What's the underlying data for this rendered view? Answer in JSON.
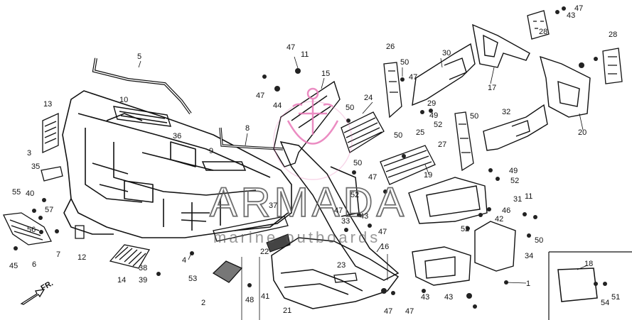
{
  "watermark": {
    "brand": "ARMADA",
    "tagline": "marine outboards",
    "color": "#e879b8",
    "text_color": "#555555"
  },
  "direction_label": "FR.",
  "part_labels": [
    "1",
    "2",
    "3",
    "4",
    "5",
    "6",
    "7",
    "8",
    "9",
    "10",
    "11",
    "11",
    "12",
    "13",
    "14",
    "15",
    "16",
    "17",
    "18",
    "19",
    "20",
    "21",
    "22",
    "23",
    "24",
    "25",
    "26",
    "27",
    "28",
    "28",
    "29",
    "30",
    "31",
    "32",
    "33",
    "34",
    "35",
    "36",
    "37",
    "38",
    "39",
    "40",
    "41",
    "42",
    "43",
    "43",
    "43",
    "43",
    "44",
    "45",
    "46",
    "47",
    "47",
    "47",
    "47",
    "47",
    "47",
    "47",
    "47",
    "47",
    "48",
    "49",
    "49",
    "50",
    "50",
    "50",
    "50",
    "50",
    "50",
    "51",
    "52",
    "52",
    "52",
    "52",
    "53",
    "54",
    "55",
    "56",
    "57"
  ]
}
